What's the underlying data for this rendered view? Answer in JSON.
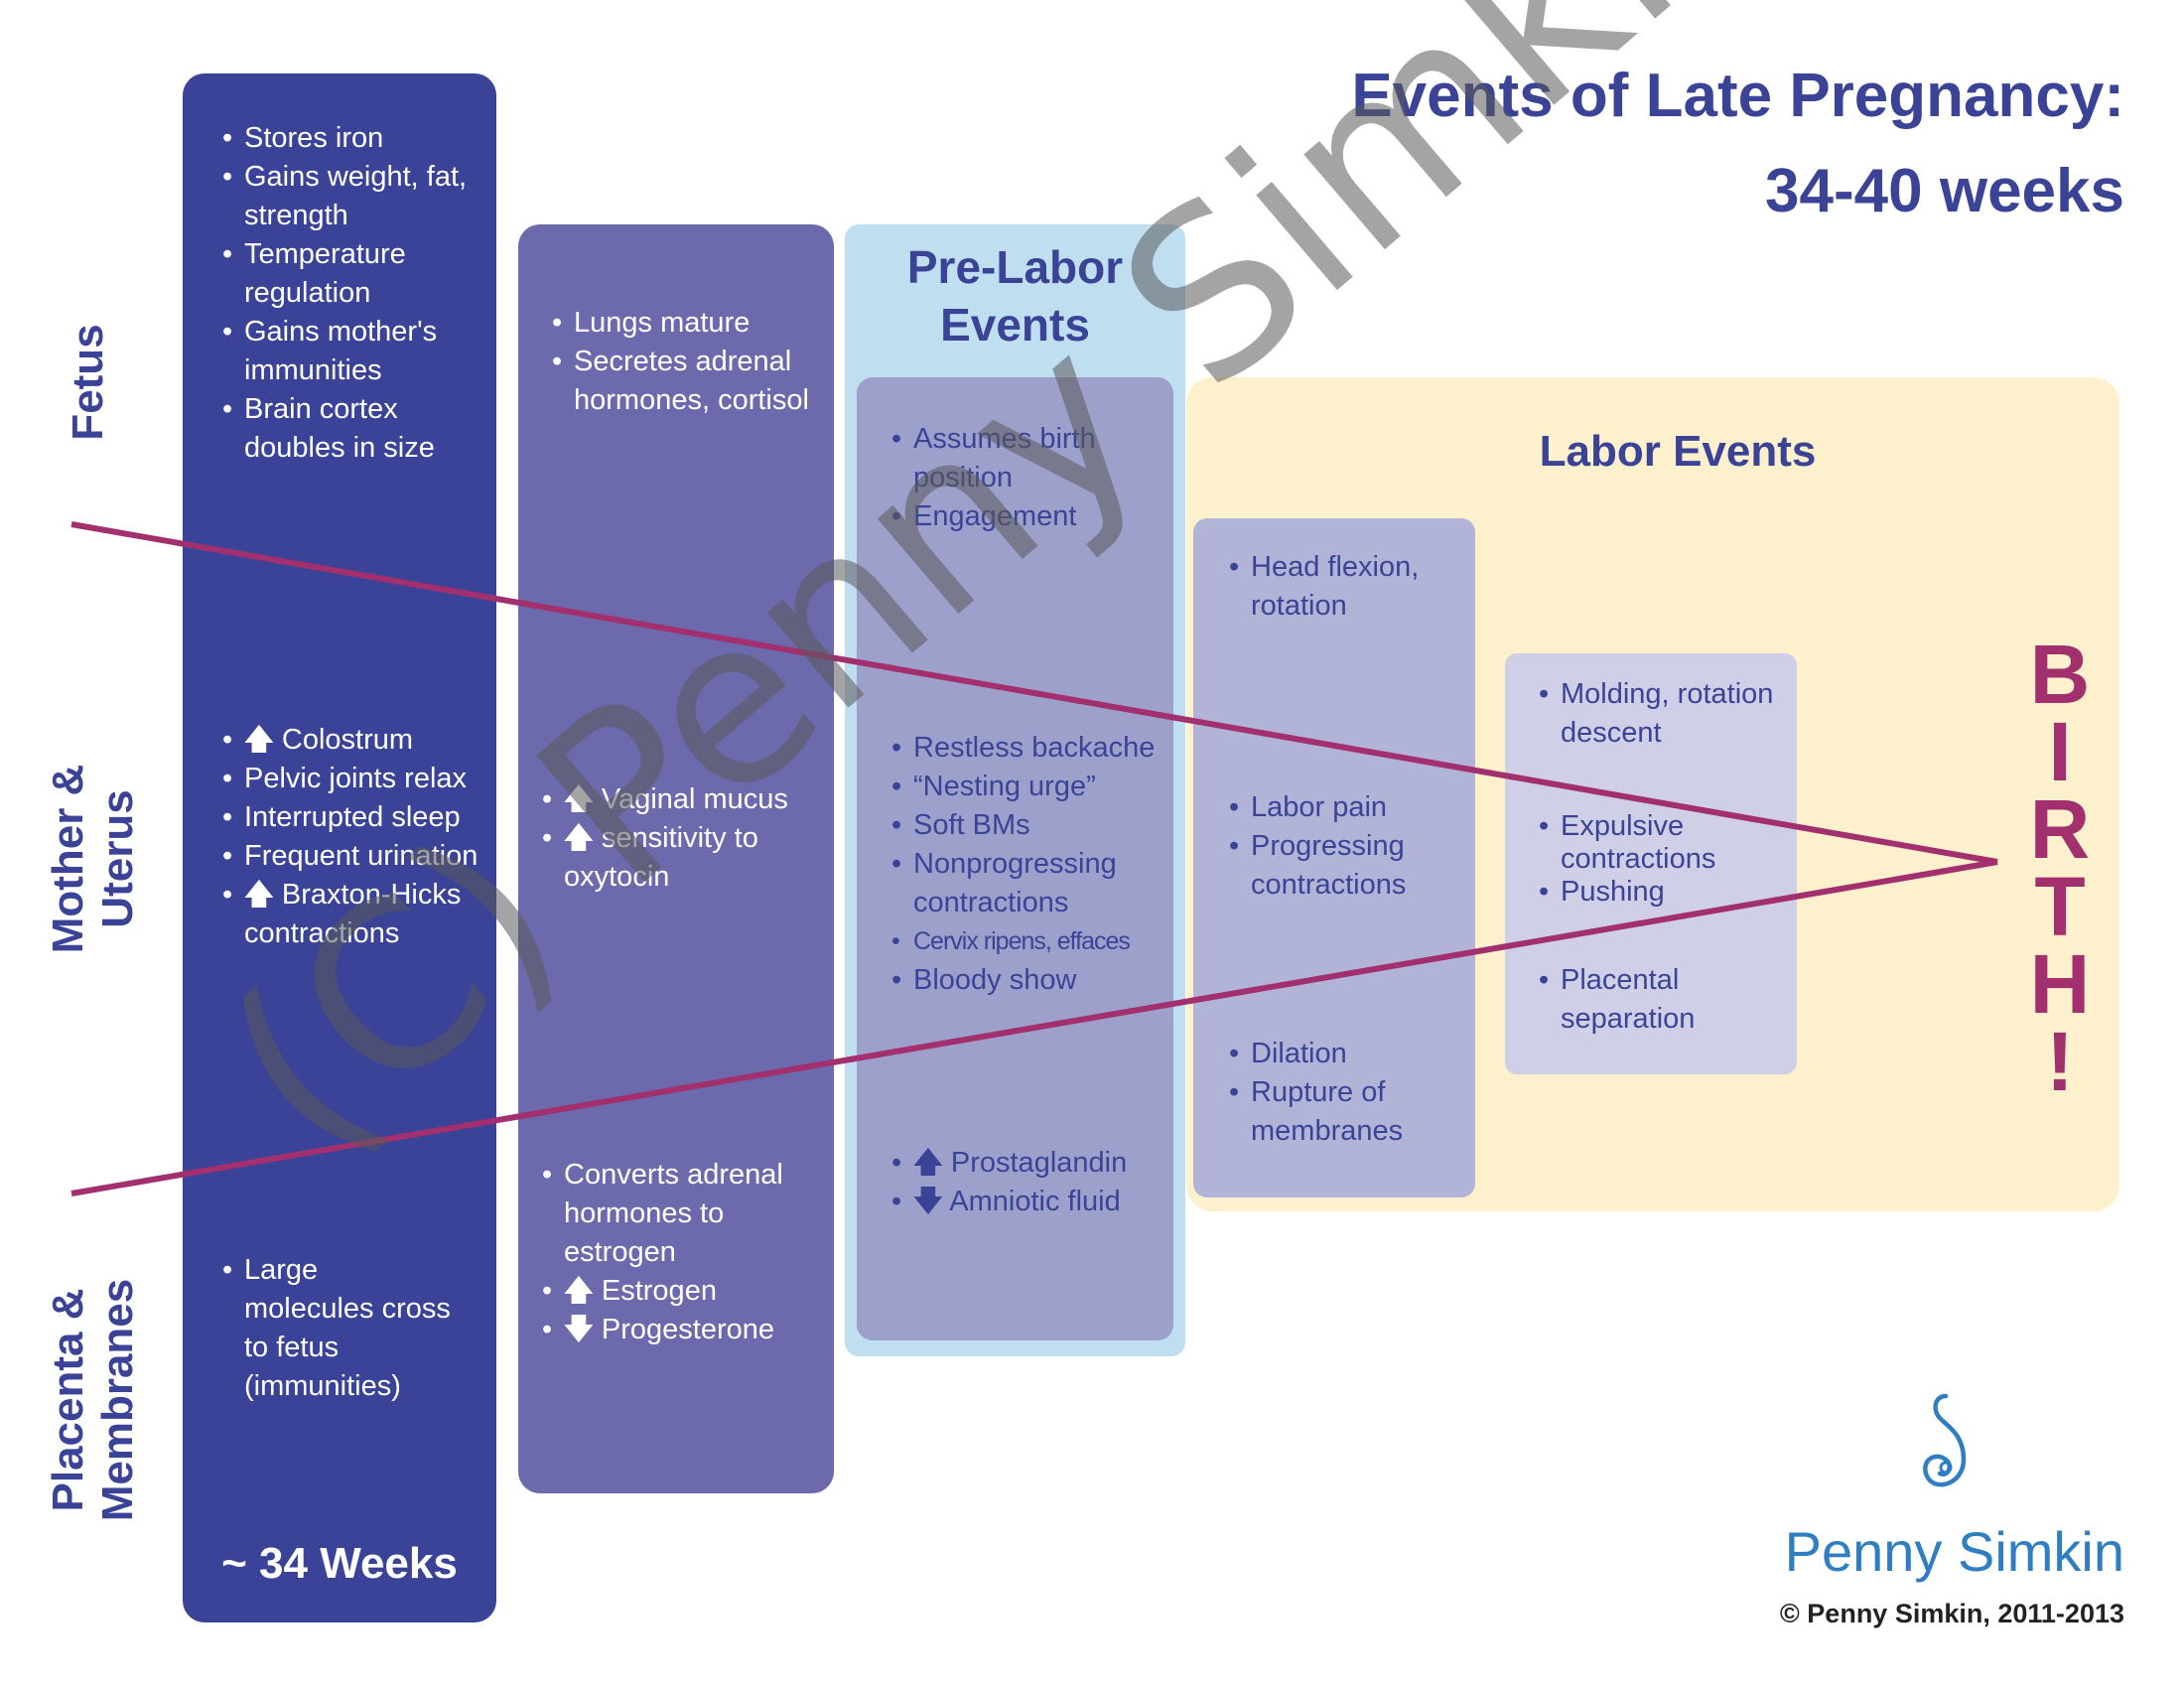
{
  "title": {
    "line1": "Events of Late Pregnancy:",
    "line2": "34-40 weeks"
  },
  "rows": {
    "fetus": "Fetus",
    "mother_line1": "Mother &",
    "mother_line2": "Uterus",
    "placenta_line1": "Placenta &",
    "placenta_line2": "Membranes"
  },
  "col1": {
    "fetus": [
      "Stores iron",
      "Gains weight, fat, strength",
      "Temperature regulation",
      "Gains mother's immunities",
      "Brain cortex doubles in size"
    ],
    "mother": [
      "Colostrum",
      "Pelvic joints relax",
      "Interrupted sleep",
      "Frequent urination",
      "Braxton-Hicks contractions"
    ],
    "placenta": [
      "Large molecules cross to fetus (immunities)"
    ],
    "footer": "~ 34 Weeks"
  },
  "col2": {
    "fetus": [
      "Lungs mature",
      "Secretes adrenal hormones, cortisol"
    ],
    "mother": [
      "Vaginal mucus",
      "sensitivity to oxytocin"
    ],
    "placenta": [
      "Converts adrenal hormones to estrogen",
      "Estrogen",
      "Progesterone"
    ]
  },
  "pre_labor": {
    "heading_line1": "Pre-Labor",
    "heading_line2": "Events",
    "fetus": [
      "Assumes birth position",
      "Engagement"
    ],
    "mother": [
      "Restless backache",
      "“Nesting urge”",
      "Soft BMs",
      "Nonprogressing contractions",
      "Cervix ripens, effaces",
      "Bloody show"
    ],
    "placenta": [
      "Prostaglandin",
      "Amniotic fluid"
    ]
  },
  "labor": {
    "heading": "Labor Events",
    "col_a": {
      "fetus": [
        "Head flexion, rotation"
      ],
      "mother": [
        "Labor pain",
        "Progressing contractions"
      ],
      "placenta": [
        "Dilation",
        "Rupture of membranes"
      ]
    },
    "col_b": {
      "fetus": [
        "Molding, rotation descent"
      ],
      "mother": [
        "Expulsive contractions",
        "Pushing"
      ],
      "placenta": [
        "Placental separation"
      ]
    }
  },
  "birth": {
    "letters": [
      "B",
      "I",
      "R",
      "T",
      "H",
      "!"
    ]
  },
  "brand": {
    "name": "Penny Simkin",
    "copyright": "© Penny Simkin, 2011-2013"
  },
  "watermark": "(C) Penny Simkin",
  "colors": {
    "navy": "#3a4397",
    "purple": "#6c6aad",
    "magenta": "#a3306e",
    "light_blue": "#bfdff1",
    "cream": "#fdf0cc",
    "brand_blue": "#2f7ec1"
  },
  "icons": {
    "increase": "up-arrow-icon",
    "decrease": "down-arrow-icon",
    "logo": "spiral-logo-icon"
  }
}
